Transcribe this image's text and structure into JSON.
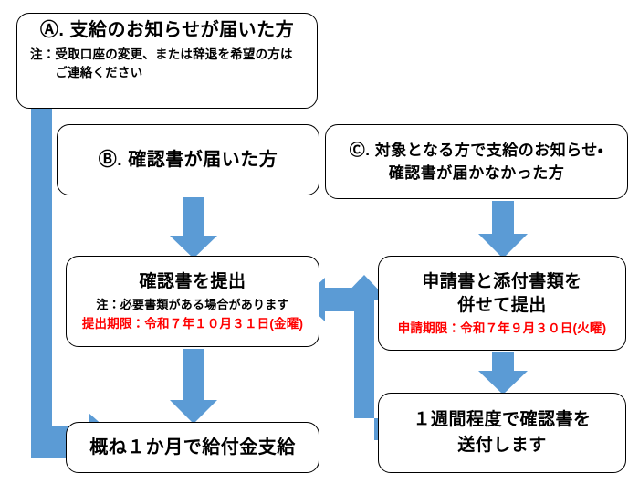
{
  "diagram": {
    "title": "給付金手続きフロー図",
    "accent_color": "#5B9BD5",
    "deadline_color": "#FF0000",
    "box_border_color": "#000000",
    "background_color": "#FFFFFF"
  },
  "nodes": {
    "a": {
      "label": "Ⓐ. 支給のお知らせが届いた方",
      "note": "注：受取口座の変更、または辞退を希望の方は\n　　ご連絡ください"
    },
    "b": {
      "label": "Ⓑ. 確認書が届いた方"
    },
    "c": {
      "label": "Ⓒ. 対象となる方で支給のお知らせ・\n確認書が届かなかった方"
    },
    "d": {
      "label": "確認書を提出",
      "note": "注：必要書類がある場合があります",
      "deadline": "提出期限：令和７年１０月３１日(金曜)"
    },
    "e": {
      "label": "申請書と添付書類を\n併せて提出",
      "deadline": "申請期限：令和７年９月３０日(火曜)"
    },
    "f": {
      "label": "概ね１か月で給付金支給"
    },
    "g": {
      "label": "１週間程度で確認書を\n送付します"
    }
  },
  "arrows": [
    {
      "name": "arrow-a-to-f",
      "from": "a",
      "to": "f",
      "shape": "elbow-down-right"
    },
    {
      "name": "arrow-b-to-d",
      "from": "b",
      "to": "d",
      "shape": "straight-down"
    },
    {
      "name": "arrow-c-to-e",
      "from": "c",
      "to": "e",
      "shape": "straight-down"
    },
    {
      "name": "arrow-d-to-f",
      "from": "d",
      "to": "f",
      "shape": "straight-down"
    },
    {
      "name": "arrow-e-to-g",
      "from": "e",
      "to": "g",
      "shape": "straight-down"
    },
    {
      "name": "arrow-g-to-d",
      "from": "g",
      "to": "d",
      "shape": "elbow-up-left"
    }
  ]
}
